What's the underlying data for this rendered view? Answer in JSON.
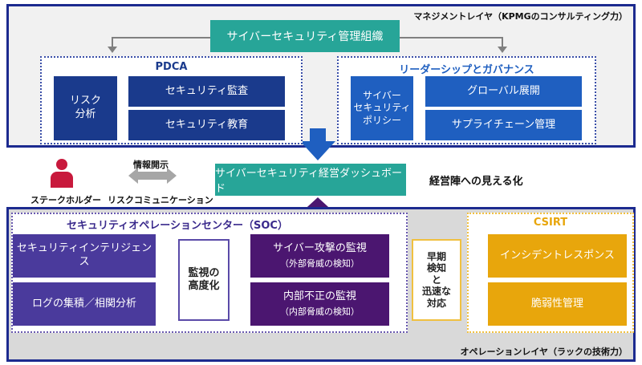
{
  "management_layer": {
    "label": "マネジメントレイヤ（KPMGのコンサルティング力）",
    "org_title": "サイバーセキュリティ管理組織",
    "pdca": {
      "title": "PDCA",
      "risk": [
        "リスク",
        "分析"
      ],
      "items": [
        "セキュリティ監査",
        "セキュリティ教育"
      ]
    },
    "leadership": {
      "title": "リーダーシップとガバナンス",
      "policy": [
        "サイバー",
        "セキュリティ",
        "ポリシー"
      ],
      "items": [
        "グローバル展開",
        "サプライチェーン管理"
      ]
    }
  },
  "middle": {
    "stakeholder_label": "ステークホルダー",
    "disclosure_label": "情報開示",
    "risk_comm_label": "リスクコミュニケーション",
    "dashboard_title": "サイバーセキュリティ経営ダッシュボード",
    "visibility_label": "経営陣への見える化"
  },
  "operation_layer": {
    "label": "オペレーションレイヤ（ラックの技術力）",
    "soc": {
      "title": "セキュリティオペレーションセンター（SOC）",
      "inputs": [
        "セキュリティインテリジェンス",
        "ログの集積／相関分析"
      ],
      "advanced": [
        "監視の",
        "高度化"
      ],
      "monitors": [
        {
          "title": "サイバー攻撃の監視",
          "sub": "（外部脅威の検知）"
        },
        {
          "title": "内部不正の監視",
          "sub": "（内部脅威の検知）"
        }
      ]
    },
    "early": [
      "早期",
      "検知",
      "と",
      "迅速な",
      "対応"
    ],
    "csirt": {
      "title": "CSIRT",
      "items": [
        "インシデントレスポンス",
        "脆弱性管理"
      ]
    }
  },
  "colors": {
    "navy_border": "#1c2a8f",
    "teal": "#27a598",
    "pdca_navy": "#1a3a8c",
    "governance_blue": "#1f5fc0",
    "soc_indigo": "#4a3a9c",
    "soc_plum": "#4b1670",
    "csirt_amber": "#e8a60c",
    "stakeholder_red": "#c8193c"
  }
}
